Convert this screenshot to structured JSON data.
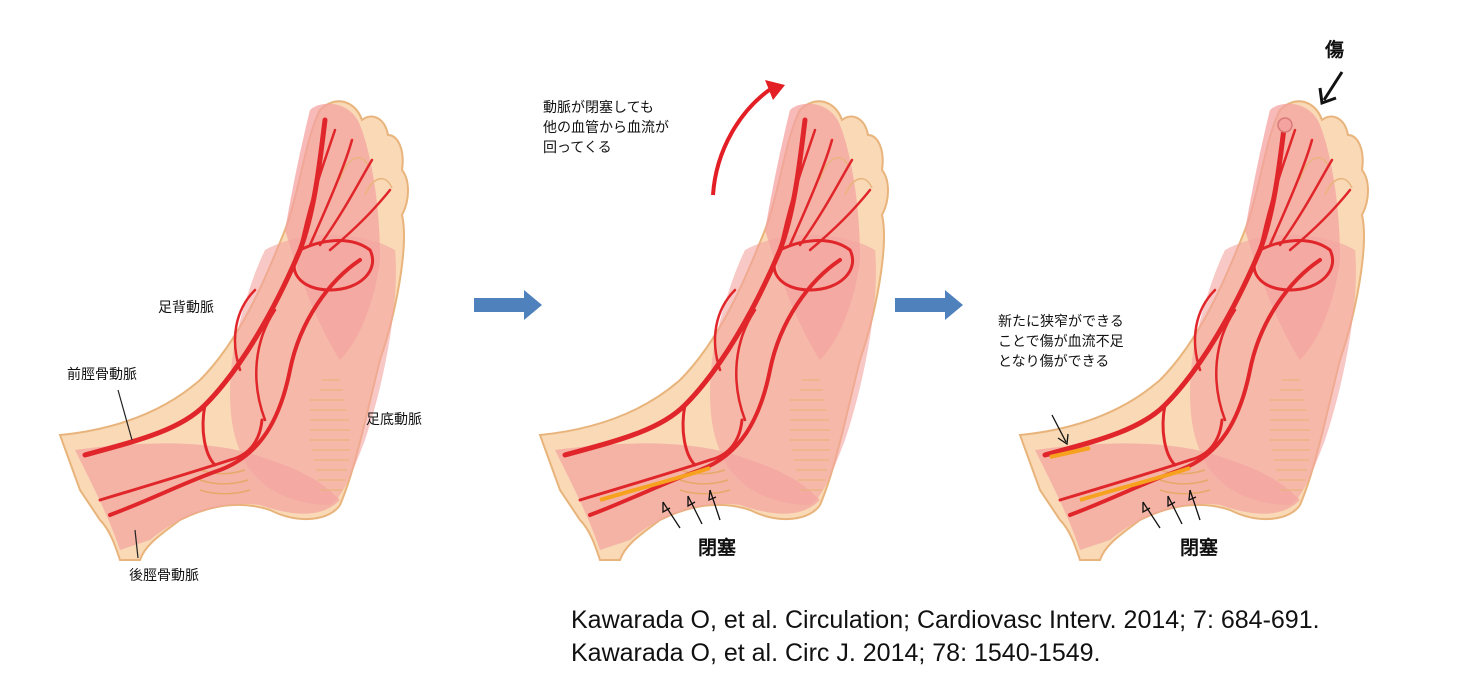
{
  "panel1": {
    "labels": {
      "dorsalis_pedis": "足背動脈",
      "anterior_tibial": "前脛骨動脈",
      "plantar": "足底動脈",
      "posterior_tibial": "後脛骨動脈"
    }
  },
  "panel2": {
    "note_lines": [
      "動脈が閉塞しても",
      "他の血管から血流が",
      "回ってくる"
    ],
    "occlusion_label": "閉塞"
  },
  "panel3": {
    "wound_label": "傷",
    "note_lines": [
      "新たに狭窄ができる",
      "ことで傷が血流不足",
      "となり傷ができる"
    ],
    "occlusion_label": "閉塞"
  },
  "references": [
    "Kawarada O, et al. Circulation; Cardiovasc Interv. 2014; 7: 684-691.",
    "Kawarada O, et al. Circ J. 2014; 78: 1540-1549."
  ],
  "colors": {
    "skin": "#f9d9b6",
    "skin_outline": "#e8b47c",
    "pink": "#f4a3a0",
    "artery": "#e0262a",
    "collateral_arrow": "#e31e24",
    "process_arrow": "#4f81bd",
    "stenosis": "#f6a21e"
  }
}
